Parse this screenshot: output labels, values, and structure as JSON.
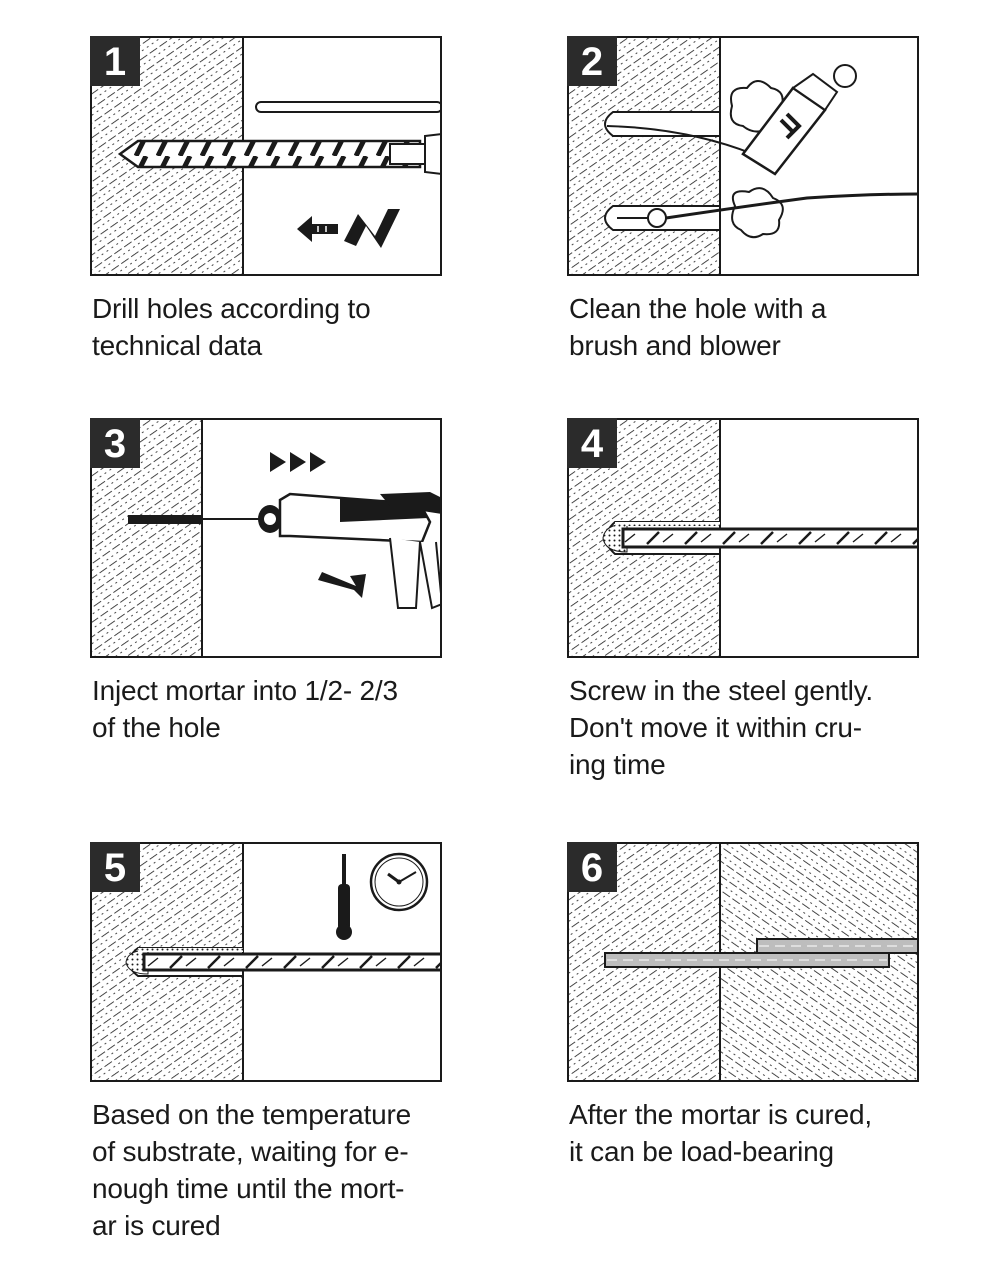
{
  "steps": [
    {
      "number": "1",
      "caption": "Drill holes according to\ntechnical data",
      "icon": "drill-icon"
    },
    {
      "number": "2",
      "caption": "Clean the hole with a\nbrush and blower",
      "icon": "brush-blower-icon"
    },
    {
      "number": "3",
      "caption": "Inject mortar into 1/2- 2/3\nof the hole",
      "icon": "injection-gun-icon"
    },
    {
      "number": "4",
      "caption": "Screw in the steel gently.\nDon't move it within  cru-\ning time",
      "icon": "steel-rod-icon"
    },
    {
      "number": "5",
      "caption": "Based on the temperature\nof substrate, waiting for e-\nnough time until the mort-\nar is cured",
      "icon": "thermometer-clock-icon"
    },
    {
      "number": "6",
      "caption": "After the mortar is cured,\nit can be load-bearing",
      "icon": "load-bearing-icon"
    }
  ],
  "colors": {
    "ink": "#1a1a1a",
    "badge": "#2b2b2b",
    "badge_text": "#ffffff",
    "paper": "#ffffff",
    "steel": "#bdbdbd"
  }
}
